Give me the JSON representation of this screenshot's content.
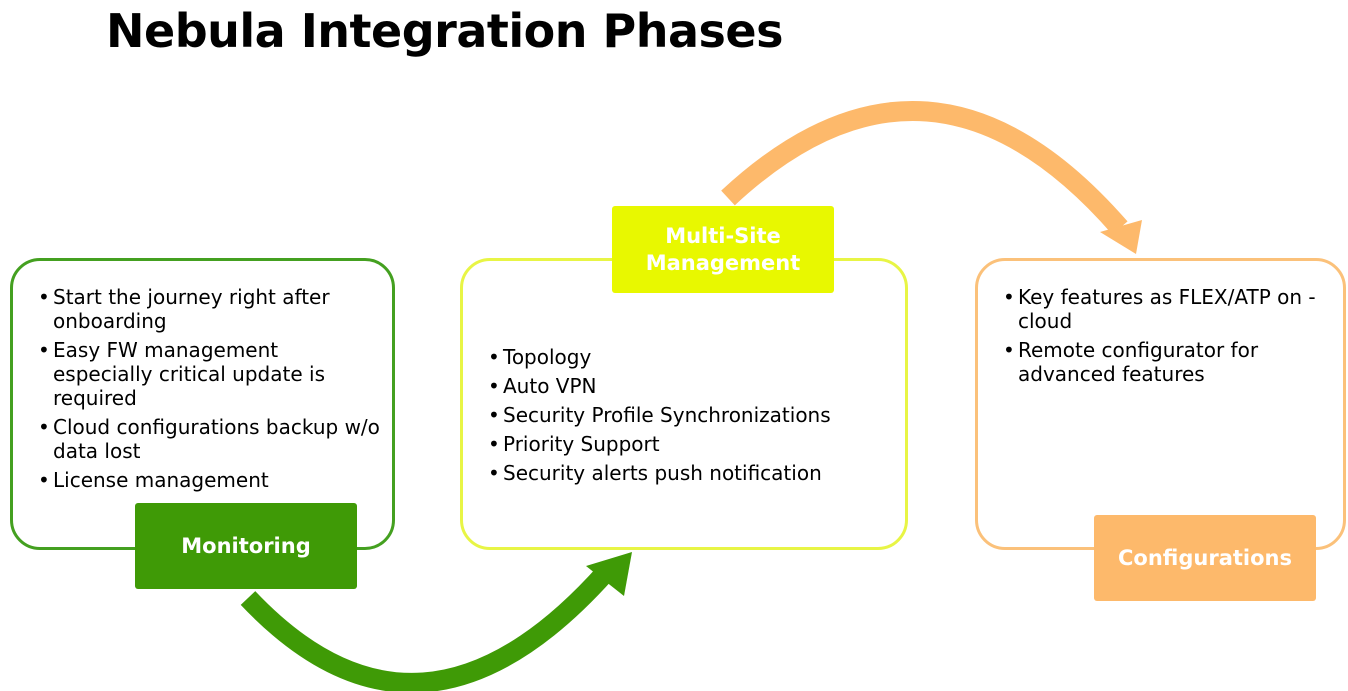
{
  "title": "Nebula Integration Phases",
  "phases": [
    {
      "id": "monitoring",
      "label": "Monitoring",
      "color": "#3f9a06",
      "border_color": "#44a020",
      "items": [
        "Start the journey right after onboarding",
        "Easy FW management especially critical update is required",
        "Cloud configurations backup w/o data lost",
        "License management"
      ]
    },
    {
      "id": "multisite",
      "label": "Multi-Site Management",
      "color": "#e8f800",
      "border_color": "#e8f545",
      "items": [
        "Topology",
        "Auto VPN",
        "Security Profile Synchronizations",
        "Priority Support",
        "Security alerts push notification"
      ]
    },
    {
      "id": "config",
      "label": "Configurations",
      "color": "#fdb96b",
      "border_color": "#fbc17a",
      "items": [
        "Key features as FLEX/ATP on -cloud",
        "Remote configurator for advanced features"
      ]
    }
  ],
  "arrows": {
    "bottom_color": "#3f9a06",
    "top_color": "#fdb96b"
  }
}
